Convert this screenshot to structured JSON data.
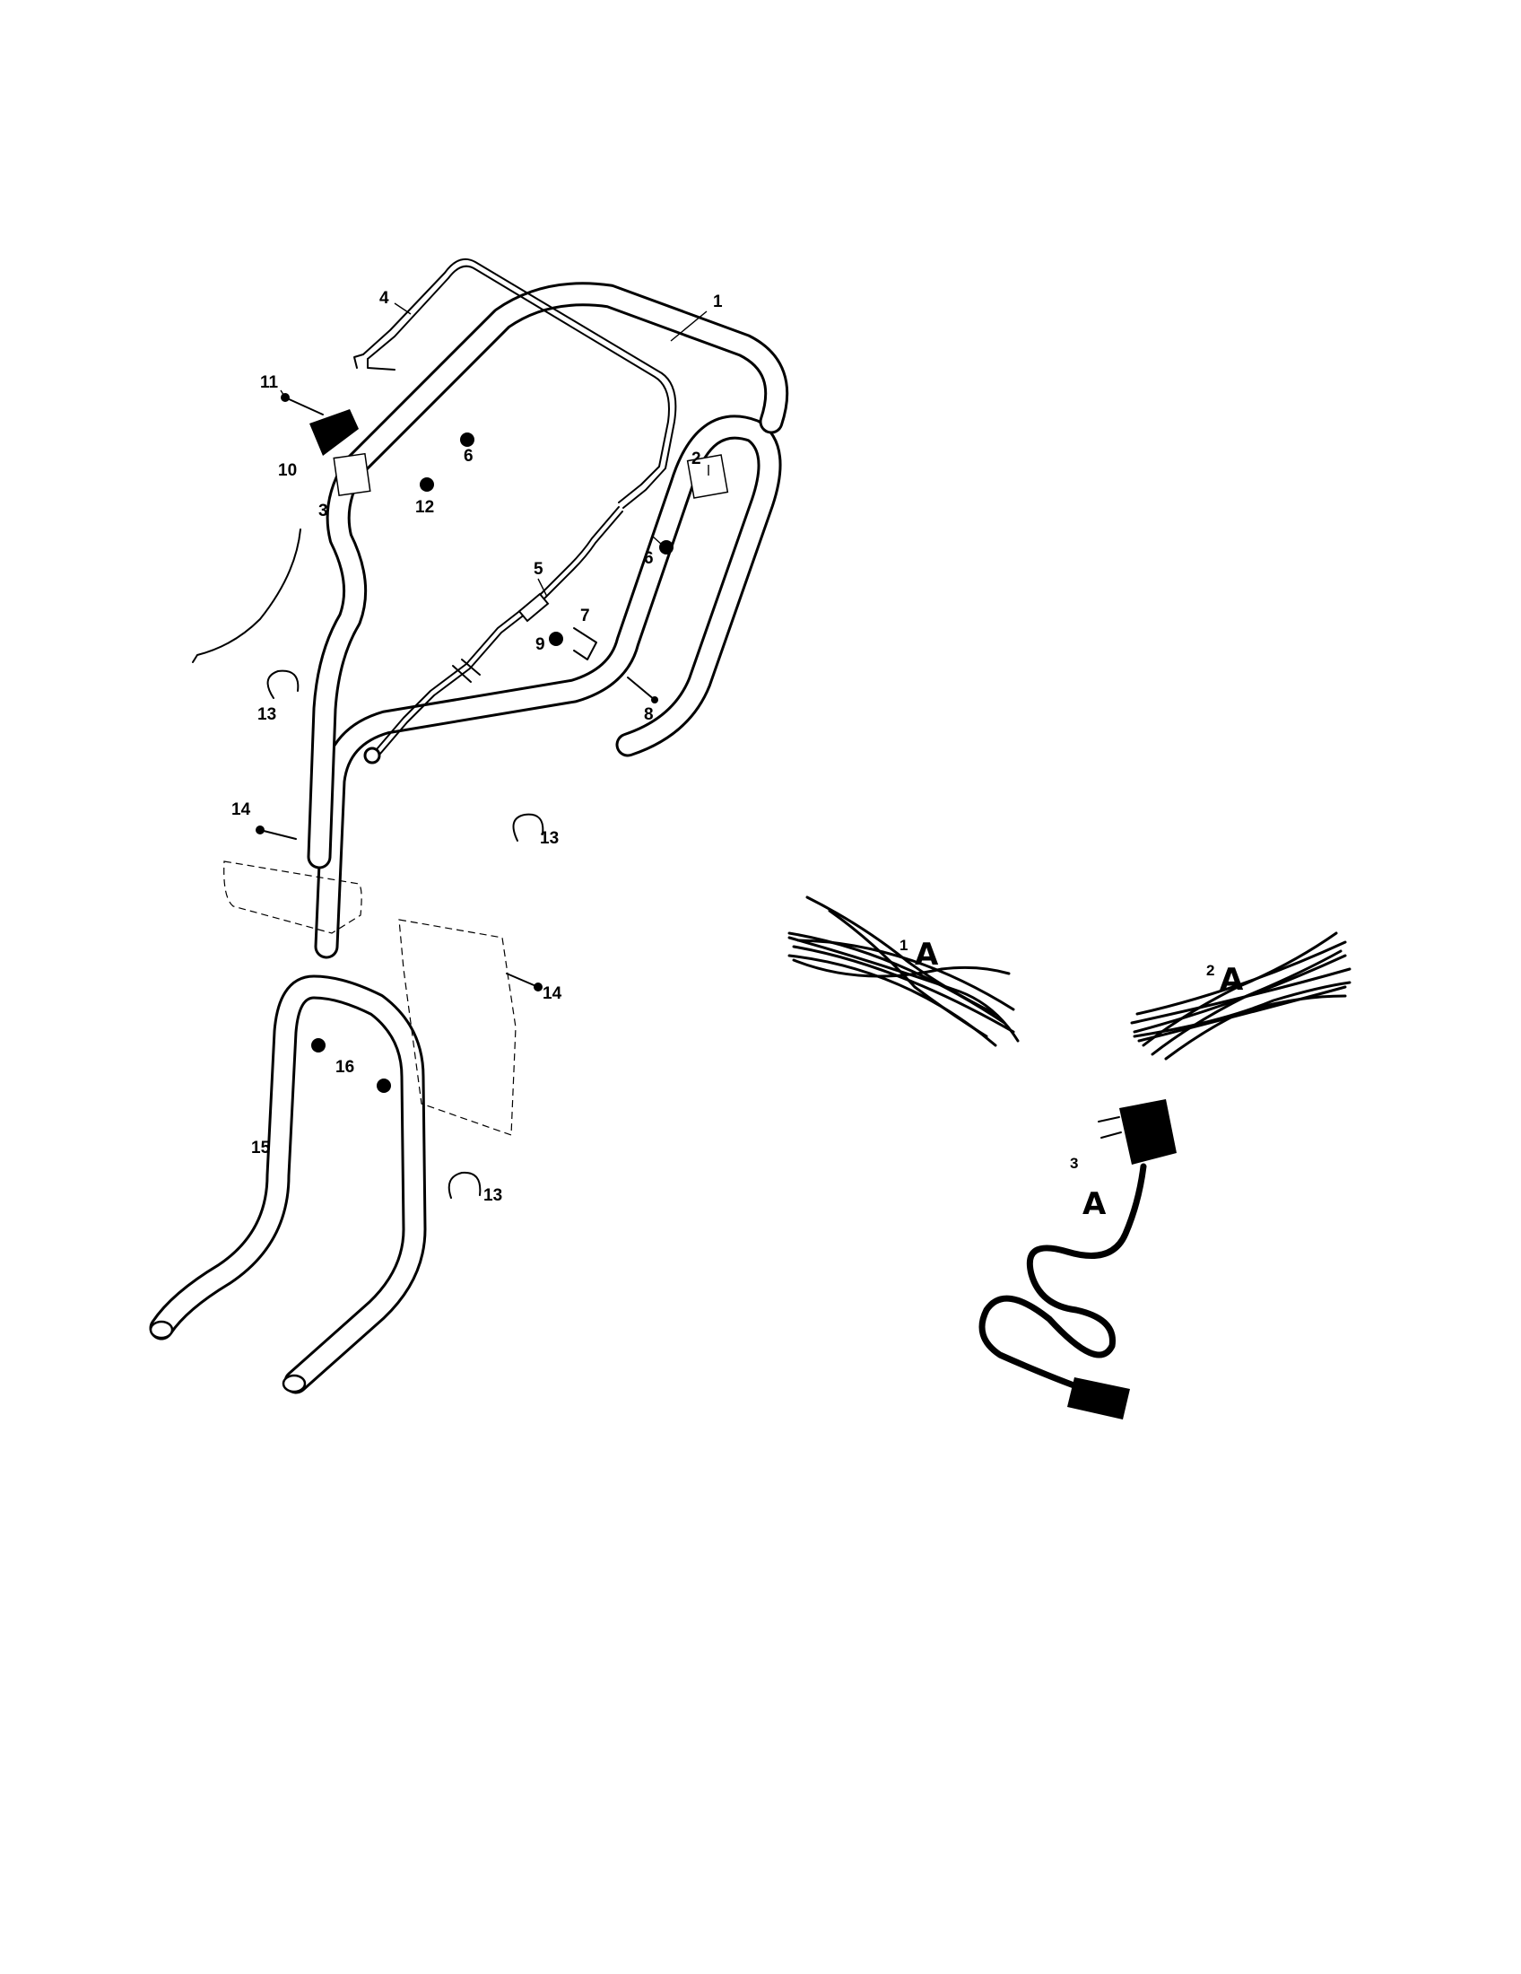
{
  "callouts": {
    "c1": "1",
    "c2": "2",
    "c3": "3",
    "c4": "4",
    "c5": "5",
    "c6a": "6",
    "c6b": "6",
    "c7": "7",
    "c8": "8",
    "c9": "9",
    "c10": "10",
    "c11": "11",
    "c12": "12",
    "c13a": "13",
    "c13b": "13",
    "c13c": "13",
    "c14a": "14",
    "c14b": "14",
    "c15": "15",
    "c16": "16"
  },
  "kits": {
    "k1": {
      "num": "1",
      "letter": "A"
    },
    "k2": {
      "num": "2",
      "letter": "A"
    },
    "k3": {
      "num": "3",
      "letter": "A"
    }
  }
}
